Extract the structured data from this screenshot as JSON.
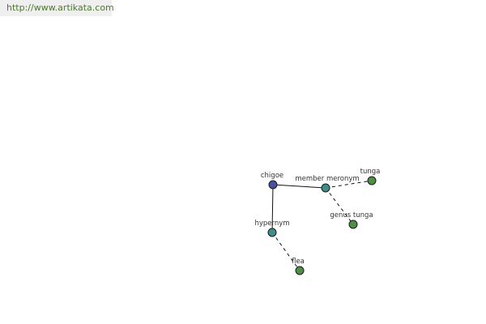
{
  "header": {
    "url_text": "http://www.artikata.com"
  },
  "graph": {
    "nodes": [
      {
        "id": "chigoe",
        "label": "chigoe",
        "kind": "root",
        "fill": "#4a4f9e"
      },
      {
        "id": "member_meronym",
        "label": "member meronym",
        "kind": "relation",
        "fill": "#3f8f88"
      },
      {
        "id": "hypernym",
        "label": "hypernym",
        "kind": "relation",
        "fill": "#3f8f88"
      },
      {
        "id": "tunga",
        "label": "tunga",
        "kind": "leaf",
        "fill": "#4c8f45"
      },
      {
        "id": "genus_tunga",
        "label": "genus tunga",
        "kind": "leaf",
        "fill": "#4c8f45"
      },
      {
        "id": "flea",
        "label": "flea",
        "kind": "leaf",
        "fill": "#4c8f45"
      }
    ],
    "edges": [
      {
        "from": "chigoe",
        "to": "member_meronym",
        "style": "solid"
      },
      {
        "from": "chigoe",
        "to": "hypernym",
        "style": "solid"
      },
      {
        "from": "member_meronym",
        "to": "tunga",
        "style": "dashed"
      },
      {
        "from": "member_meronym",
        "to": "genus_tunga",
        "style": "dashed"
      },
      {
        "from": "hypernym",
        "to": "flea",
        "style": "dashed"
      }
    ]
  }
}
